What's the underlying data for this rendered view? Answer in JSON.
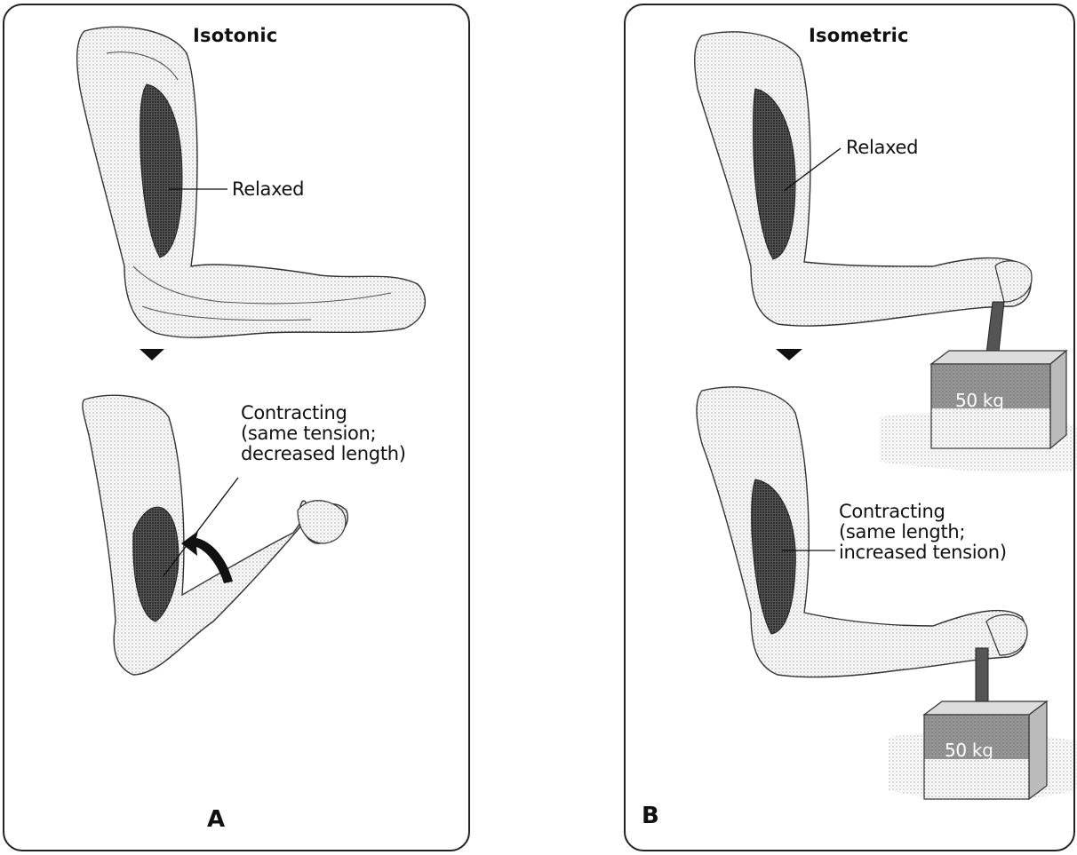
{
  "panels": [
    {
      "title": "Isotonic",
      "letter": "A",
      "relaxed_label": "Relaxed",
      "contracting_label": [
        "Contracting",
        "(same tension;",
        "decreased length)"
      ]
    },
    {
      "title": "Isometric",
      "letter": "B",
      "relaxed_label": "Relaxed",
      "contracting_label": [
        "Contracting",
        "(same length;",
        "increased tension)"
      ],
      "weight_label": "50 kg"
    }
  ]
}
